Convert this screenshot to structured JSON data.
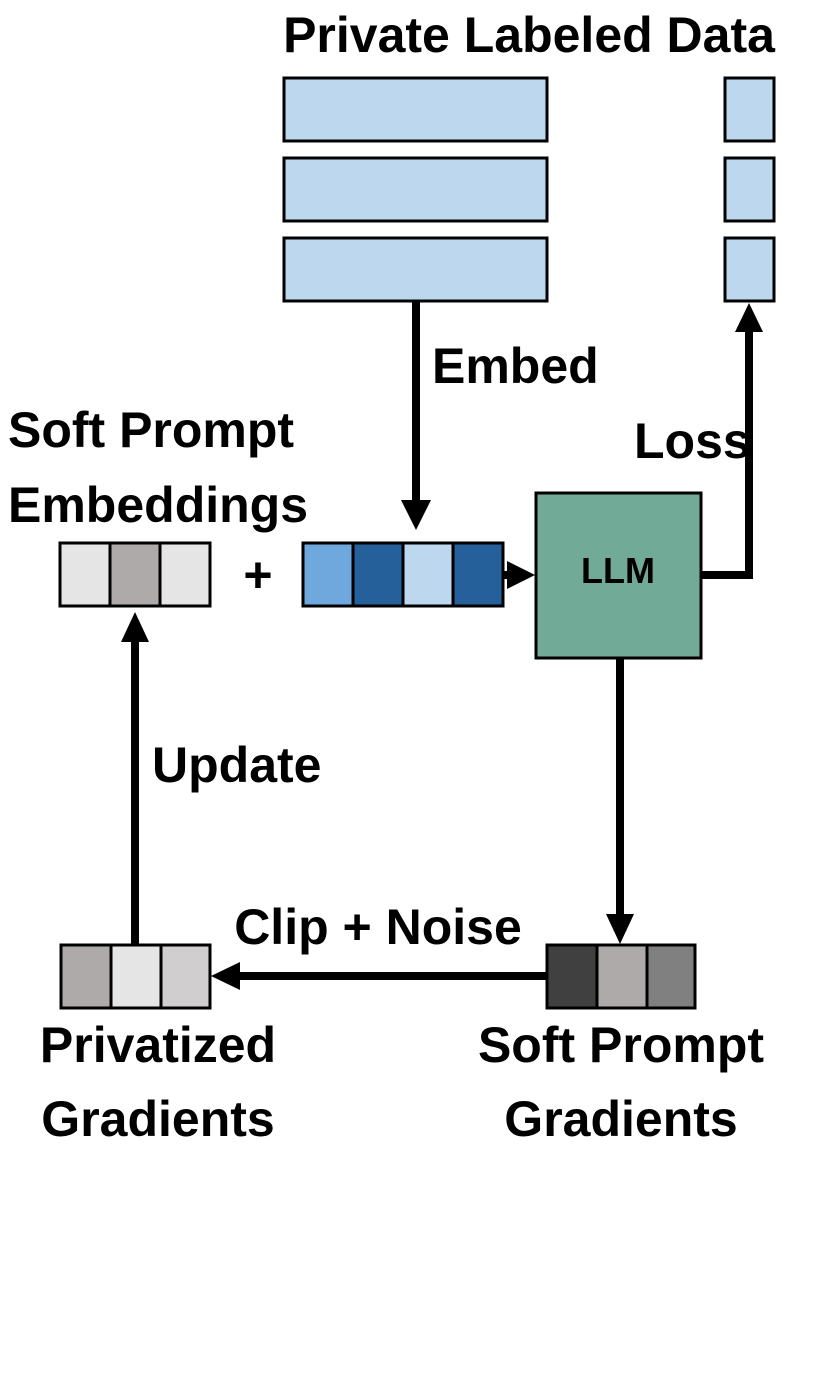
{
  "labels": {
    "private_data": "Private Labeled Data",
    "embed": "Embed",
    "loss": "Loss",
    "soft_prompt_line1": "Soft Prompt",
    "soft_prompt_line2": "Embeddings",
    "plus": "+",
    "llm": "LLM",
    "update": "Update",
    "clip_noise": "Clip + Noise",
    "privatized_line1": "Privatized",
    "privatized_line2": "Gradients",
    "gradients_line1": "Soft Prompt",
    "gradients_line2": "Gradients"
  },
  "colors": {
    "data_fill": "#bdd7ee",
    "llm_fill": "#72aa98",
    "embed_tokens": [
      "#6fa8dc",
      "#25609a",
      "#bdd7ee",
      "#25609a"
    ],
    "soft_prompt_cells": [
      "#e5e5e5",
      "#aeaaaa",
      "#e5e5e5"
    ],
    "gradient_cells": [
      "#404040",
      "#aeaaaa",
      "#808080"
    ],
    "privatized_cells": [
      "#aeaaaa",
      "#e5e5e5",
      "#d0cece"
    ]
  }
}
